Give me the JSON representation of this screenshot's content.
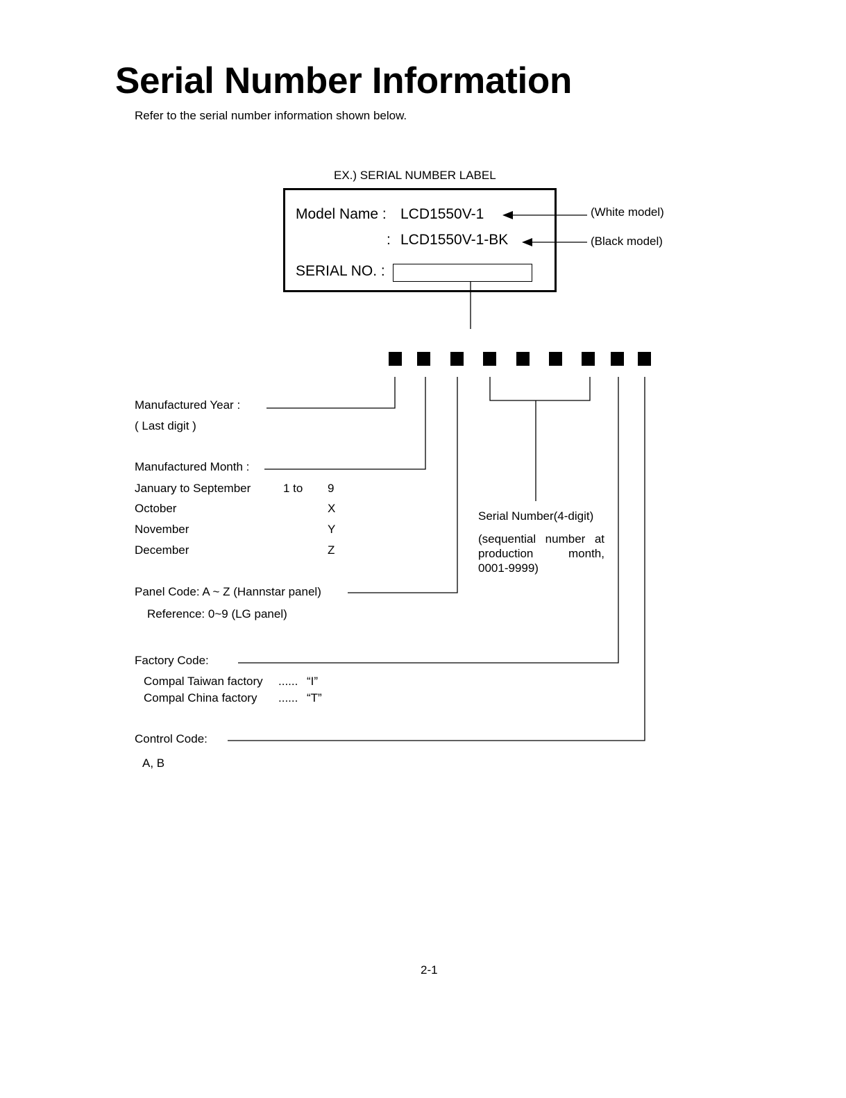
{
  "page": {
    "title": "Serial Number Information",
    "subtitle": "Refer to the serial number information shown below.",
    "page_number": "2-1"
  },
  "label": {
    "caption": "EX.) SERIAL NUMBER LABEL",
    "model_name_label": "Model Name :",
    "model_white": "LCD1550V-1",
    "model_black_colon": ":",
    "model_black": "LCD1550V-1-BK",
    "serial_label": "SERIAL NO. :",
    "white_note": "(White model)",
    "black_note": "(Black model)"
  },
  "year": {
    "label": "Manufactured Year :",
    "note": "( Last digit )"
  },
  "month": {
    "label": "Manufactured Month :",
    "rows": [
      {
        "name": "January to September",
        "range": "1 to",
        "code": "9"
      },
      {
        "name": "October",
        "range": "",
        "code": "X"
      },
      {
        "name": "November",
        "range": "",
        "code": "Y"
      },
      {
        "name": "December",
        "range": "",
        "code": "Z"
      }
    ]
  },
  "panel": {
    "label": "Panel Code: A ~ Z (Hannstar panel)",
    "reference": "Reference: 0~9 (LG panel)"
  },
  "serial_number": {
    "label": "Serial Number(4-digit)",
    "description": "(sequential number at production month, 0001-9999)"
  },
  "factory": {
    "label": "Factory Code:",
    "entries": [
      {
        "name": "Compal Taiwan factory",
        "dots": "......",
        "code": "“I”"
      },
      {
        "name": "Compal China factory",
        "dots": "......",
        "code": "“T”"
      }
    ]
  },
  "control": {
    "label": "Control Code:",
    "values": "A, B"
  }
}
